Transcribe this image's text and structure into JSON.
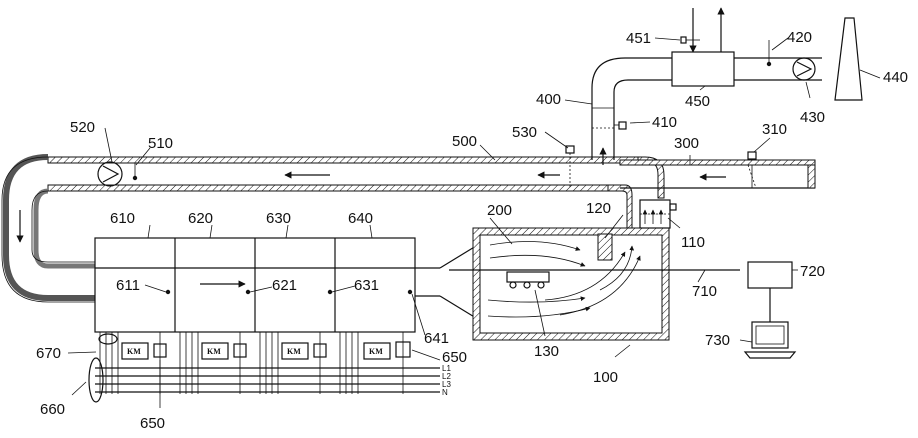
{
  "labels": {
    "l100": "100",
    "l110": "110",
    "l120": "120",
    "l130": "130",
    "l200": "200",
    "l300": "300",
    "l310": "310",
    "l400": "400",
    "l410": "410",
    "l420": "420",
    "l430": "430",
    "l440": "440",
    "l450": "450",
    "l451": "451",
    "l500": "500",
    "l510": "510",
    "l520": "520",
    "l530": "530",
    "l610": "610",
    "l611": "611",
    "l620": "620",
    "l621": "621",
    "l630": "630",
    "l631": "631",
    "l640": "640",
    "l641": "641",
    "l650a": "650",
    "l650b": "650",
    "l660": "660",
    "l670": "670",
    "l710": "710",
    "l720": "720",
    "l730": "730"
  },
  "contactor": [
    "KM",
    "KM",
    "KM",
    "KM"
  ],
  "phases": [
    "L1",
    "L2",
    "L3",
    "N"
  ]
}
